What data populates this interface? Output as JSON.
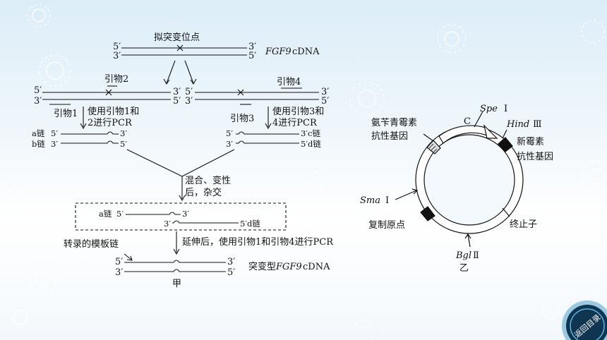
{
  "diagram_jia": {
    "mutation_site": "拟突变位点",
    "top_gene_name": "FGF9",
    "top_gene_suffix": " cDNA",
    "end5": "5′",
    "end3": "3′",
    "primer2": "引物2",
    "primer4": "引物4",
    "primer1": "引物1",
    "primer3": "引物3",
    "step_left_1": "使用引物1和",
    "step_left_2": "2进行PCR",
    "step_right_1": "使用引物3和",
    "step_right_2": "4进行PCR",
    "chain_a": "a链",
    "chain_b": "b链",
    "chain_c": "c链",
    "chain_d": "d链",
    "mix_1": "混合、变性",
    "mix_2": "后，杂交",
    "box_chain_a": "a链",
    "box_chain_d": "d链",
    "extend_step": "延伸后，使用引物1和引物4进行PCR",
    "template_label": "转录的模板链",
    "mutant_prefix": "突变型",
    "mutant_gene": "FGF9",
    "mutant_suffix": " cDNA",
    "figure_label": "甲"
  },
  "diagram_yi": {
    "amp_line1": "氨苄青霉素",
    "amp_line2": "抗性基因",
    "c_label": "C",
    "spe_name": "Spe",
    "spe_num": "Ⅰ",
    "hind_name": "Hind",
    "hind_num": "Ⅲ",
    "neo_line1": "新霉素",
    "neo_line2": "抗性基因",
    "sma_name": "Sma",
    "sma_num": "Ⅰ",
    "origin": "复制原点",
    "terminator": "终止子",
    "bgl_name": "Bgl",
    "bgl_num": "Ⅱ",
    "figure_label": "乙"
  },
  "nav": {
    "back_button": "返回目录"
  },
  "colors": {
    "nav_dark": "#0f3550",
    "nav_ring": "#2f8fc0",
    "line": "#111111"
  }
}
